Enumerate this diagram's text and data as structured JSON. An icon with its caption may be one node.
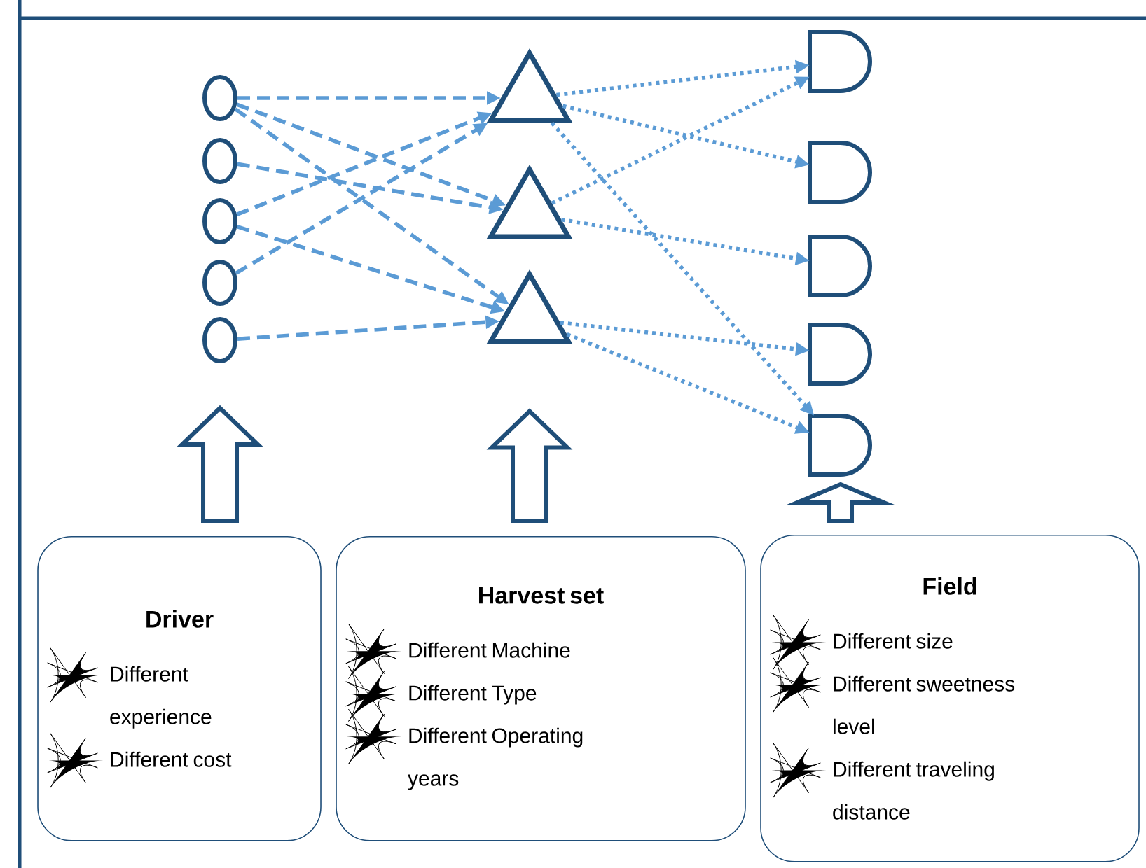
{
  "diagram": {
    "nodes": [
      {
        "text": [],
        "shape": "circle"
      },
      {
        "text": [],
        "shape": "circle"
      },
      {
        "text": [],
        "shape": "circle"
      },
      {
        "text": [],
        "shape": "circle"
      },
      {
        "text": [],
        "shape": "circle"
      },
      {
        "text": [],
        "shape": "triangle"
      },
      {
        "text": [],
        "shape": "triangle"
      },
      {
        "text": [],
        "shape": "triangle"
      },
      {
        "text": [],
        "shape": "semicircle"
      },
      {
        "text": [],
        "shape": "semicircle"
      },
      {
        "text": [],
        "shape": "semicircle"
      },
      {
        "text": [],
        "shape": "semicircle"
      },
      {
        "text": [],
        "shape": "semicircle"
      },
      {
        "text": [
          "Driver",
          "Different experience",
          "Different cost"
        ]
      },
      {
        "text": [
          "Harvest set",
          "Different Machine",
          "Different Type",
          "Different Operating years"
        ]
      },
      {
        "text": [
          "Field",
          "Different size",
          "Different sweetness level",
          "Different traveling distance"
        ]
      }
    ],
    "edges": [
      {
        "from": 0,
        "to": 5,
        "arrow": "to",
        "style": "dashed"
      },
      {
        "from": 0,
        "to": 6,
        "arrow": "to",
        "style": "dashed"
      },
      {
        "from": 0,
        "to": 7,
        "arrow": "to",
        "style": "dashed"
      },
      {
        "from": 1,
        "to": 6,
        "arrow": "to",
        "style": "dashed"
      },
      {
        "from": 2,
        "to": 5,
        "arrow": "to",
        "style": "dashed"
      },
      {
        "from": 2,
        "to": 7,
        "arrow": "to",
        "style": "dashed"
      },
      {
        "from": 3,
        "to": 5,
        "arrow": "to",
        "style": "dashed"
      },
      {
        "from": 4,
        "to": 7,
        "arrow": "to",
        "style": "dashed"
      },
      {
        "from": 5,
        "to": 8,
        "arrow": "to"
      },
      {
        "from": 5,
        "to": 9,
        "arrow": "to"
      },
      {
        "from": 5,
        "to": 12,
        "arrow": "to"
      },
      {
        "from": 6,
        "to": 8,
        "arrow": "to"
      },
      {
        "from": 6,
        "to": 10,
        "arrow": "to"
      },
      {
        "from": 7,
        "to": 11,
        "arrow": "to"
      },
      {
        "from": 7,
        "to": 12,
        "arrow": "to"
      },
      {
        "from": 13,
        "to": 4,
        "arrow": "to",
        "style": "thick",
        "color": "#1f4e79"
      },
      {
        "from": 14,
        "to": 7,
        "arrow": "to",
        "style": "thick",
        "color": "#1f4e79"
      },
      {
        "from": 15,
        "to": 12,
        "arrow": "to",
        "style": "thick",
        "color": "#1f4e79"
      }
    ]
  }
}
